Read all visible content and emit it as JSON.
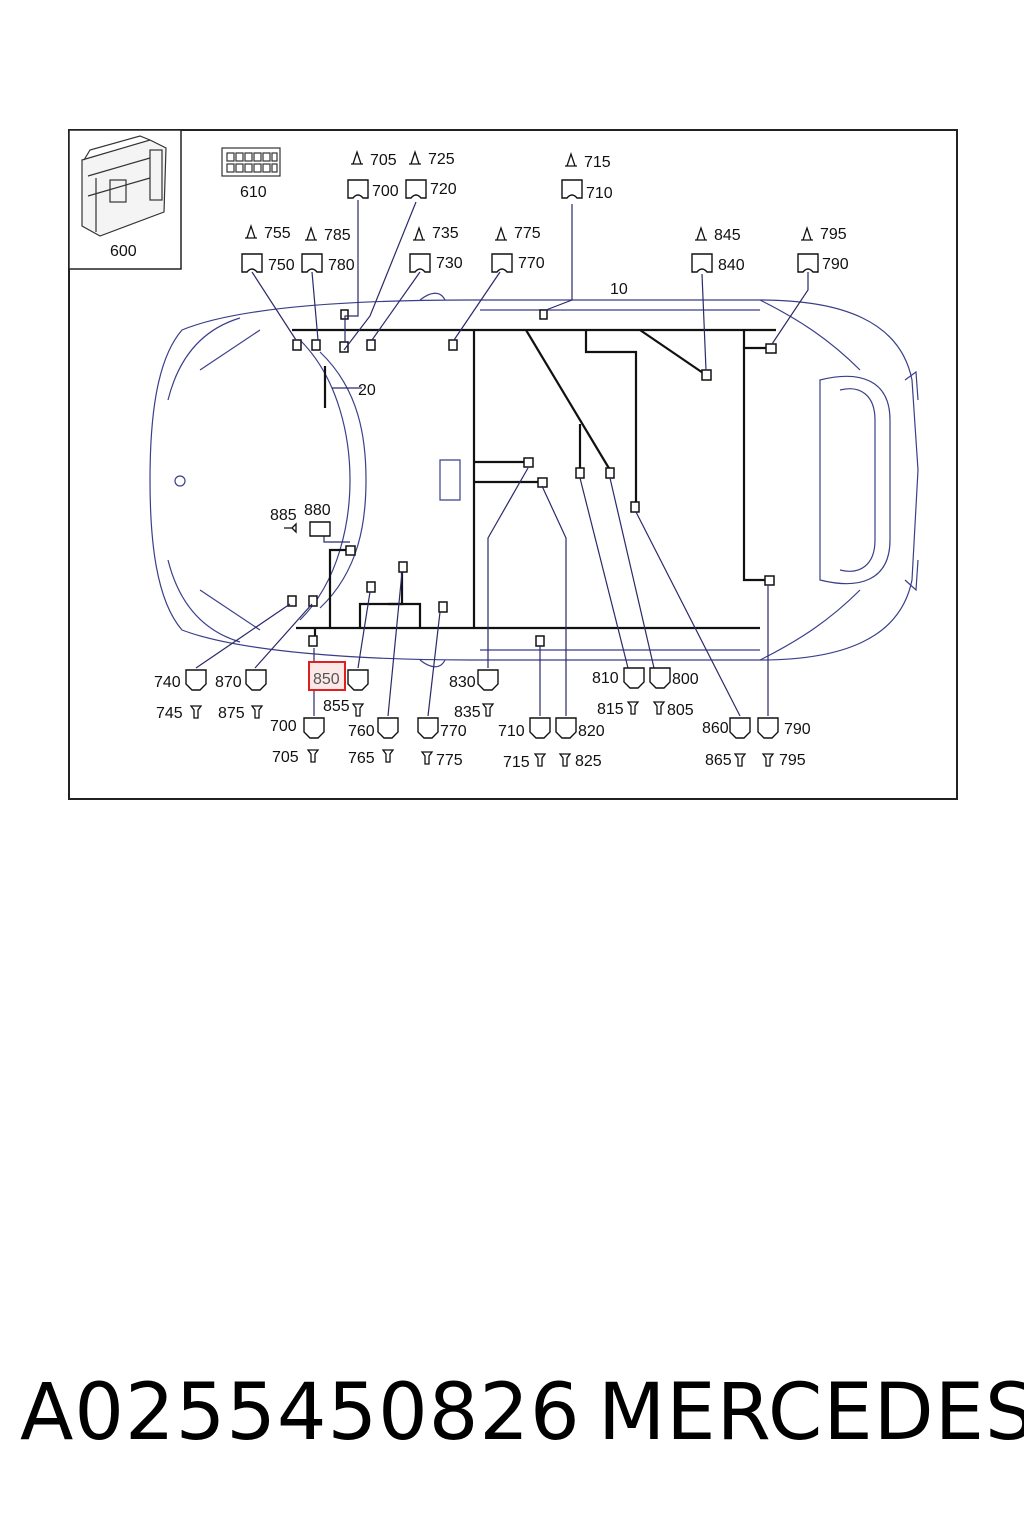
{
  "labels": {
    "l600": "600",
    "l610": "610",
    "l705t": "705",
    "l700t": "700",
    "l725t": "725",
    "l720t": "720",
    "l715t": "715",
    "l710t": "710",
    "l755": "755",
    "l750": "750",
    "l785": "785",
    "l780": "780",
    "l735": "735",
    "l730": "730",
    "l775t": "775",
    "l770t": "770",
    "l845": "845",
    "l840": "840",
    "l795t": "795",
    "l790t": "790",
    "l10": "10",
    "l20": "20",
    "l885": "885",
    "l880": "880",
    "l740": "740",
    "l745": "745",
    "l870": "870",
    "l875": "875",
    "l850": "850",
    "l855": "855",
    "l700b": "700",
    "l705b": "705",
    "l760": "760",
    "l765": "765",
    "l770b": "770",
    "l775b": "775",
    "l830": "830",
    "l835": "835",
    "l710b": "710",
    "l715b": "715",
    "l820": "820",
    "l825": "825",
    "l810": "810",
    "l815": "815",
    "l800": "800",
    "l805": "805",
    "l860": "860",
    "l865": "865",
    "l790b": "790",
    "l795b": "795"
  },
  "highlight": {
    "label": "850",
    "color": "#e02020"
  },
  "footer": {
    "part_number": "A0255450826",
    "brand": "MERCEDES"
  },
  "colors": {
    "wire": "#111111",
    "car_outline": "#3a3f8a",
    "lead": "#2a2a6a"
  }
}
